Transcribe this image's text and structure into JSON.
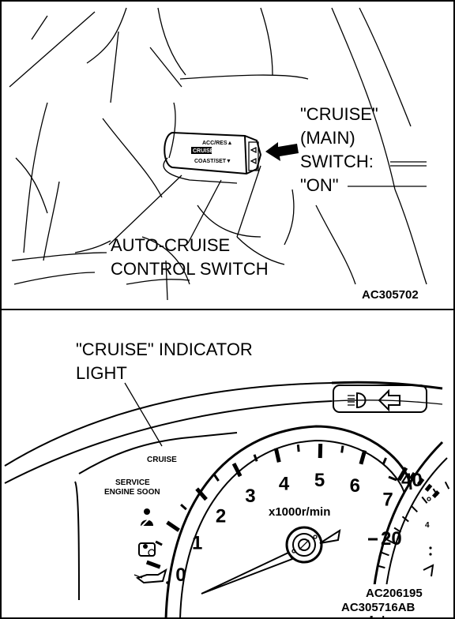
{
  "top_panel": {
    "switch_callout": [
      "\"CRUISE\"",
      "(MAIN)",
      "SWITCH:",
      "\"ON\""
    ],
    "control_switch_label": [
      "AUTO-CRUISE",
      "CONTROL SWITCH"
    ],
    "lever_text": [
      "ACC/RES▲",
      "CRUISE ON/OFF",
      "COAST/SET▼"
    ],
    "figure_code": "AC305702"
  },
  "bottom_panel": {
    "indicator_label": [
      "\"CRUISE\" INDICATOR",
      "LIGHT"
    ],
    "cruise_lamp_text": "CRUISE",
    "service_lamp_text": [
      "SERVICE",
      "ENGINE SOON"
    ],
    "tach_unit": "x1000r/min",
    "tach_numbers": [
      "0",
      "1",
      "2",
      "3",
      "4",
      "5",
      "6",
      "7"
    ],
    "speed_numbers": [
      "20",
      "40"
    ],
    "figure_codes": [
      "AC206195",
      "AC305716AB"
    ]
  }
}
